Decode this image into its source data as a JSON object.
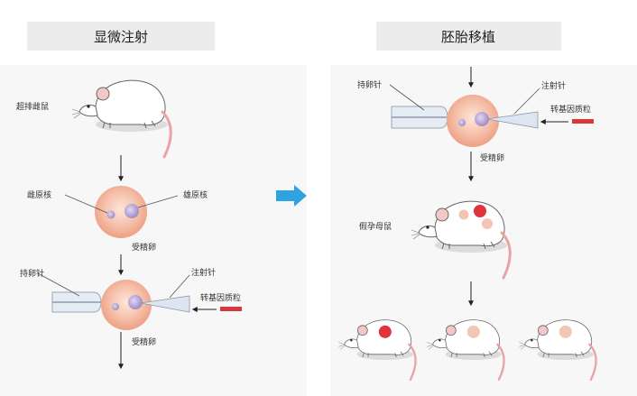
{
  "left_panel": {
    "title": "显微注射",
    "labels": {
      "superovulated_female": "超排雌鼠",
      "female_pronucleus": "雌原核",
      "male_pronucleus": "雄原核",
      "fertilized_egg_1": "受精卵",
      "holding_pipette": "持卵针",
      "injection_needle": "注射针",
      "transgene_plasmid": "转基因质粒",
      "fertilized_egg_2": "受精卵"
    }
  },
  "right_panel": {
    "title": "胚胎移植",
    "labels": {
      "holding_pipette": "持卵针",
      "injection_needle": "注射针",
      "transgene_plasmid": "转基因质粒",
      "fertilized_egg": "受精卵",
      "pseudopregnant_female": "假孕母鼠"
    }
  },
  "colors": {
    "panel_title_bg": "#ececec",
    "panel_bg": "#f6f6f6",
    "egg_fill": "#f4b8a0",
    "egg_core": "#f9d3c2",
    "pronucleus": "#b7a6d4",
    "arrow_blue": "#2ea3e0",
    "plasmid_red": "#d63a3a",
    "embryo_red": "#e0333a",
    "embryo_pink": "#f4c4b4"
  }
}
